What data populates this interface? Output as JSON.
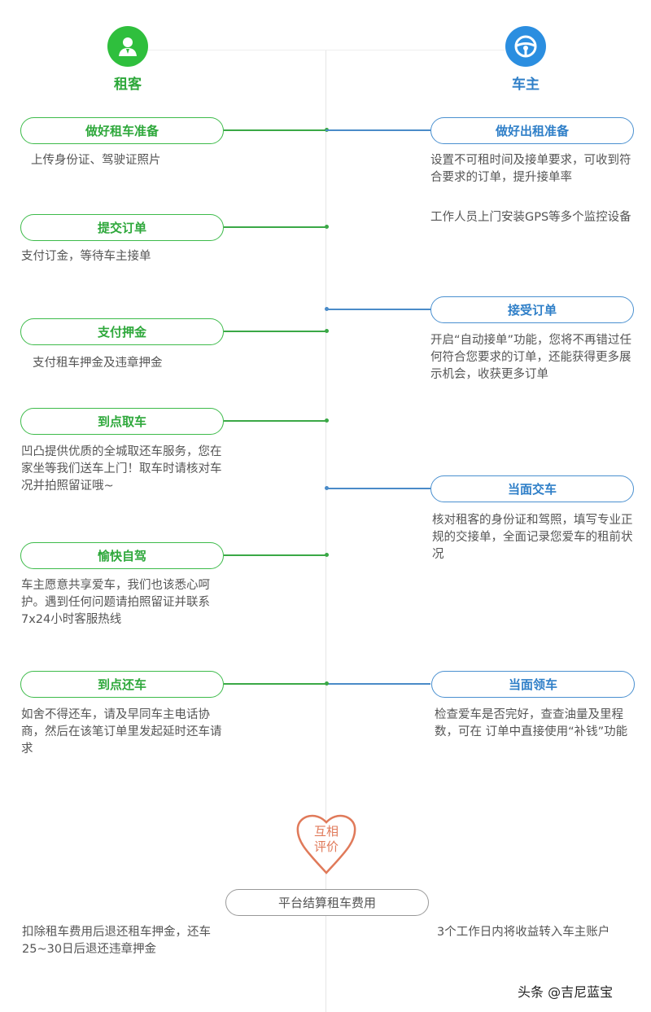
{
  "roles": {
    "renter": "租客",
    "owner": "车主"
  },
  "renter_steps": [
    {
      "title": "做好租车准备",
      "desc": "上传身份证、驾驶证照片"
    },
    {
      "title": "提交订单",
      "desc": "支付订金，等待车主接单"
    },
    {
      "title": "支付押金",
      "desc": "支付租车押金及违章押金"
    },
    {
      "title": "到点取车",
      "desc": "凹凸提供优质的全城取还车服务，您在家坐等我们送车上门！取车时请核对车况并拍照留证哦~"
    },
    {
      "title": "愉快自驾",
      "desc": "车主愿意共享爱车，我们也该悉心呵护。遇到任何问题请拍照留证并联系7x24小时客服热线"
    },
    {
      "title": "到点还车",
      "desc": "如舍不得还车，请及早同车主电话协商，然后在该笔订单里发起延时还车请求"
    }
  ],
  "owner_steps": [
    {
      "title": "做好出租准备",
      "desc": "设置不可租时间及接单要求，可收到符合要求的订单，提升接单率",
      "desc2": "工作人员上门安装GPS等多个监控设备"
    },
    {
      "title": "接受订单",
      "desc": "开启“自动接单”功能，您将不再错过任何符合您要求的订单，还能获得更多展示机会，收获更多订单"
    },
    {
      "title": "当面交车",
      "desc": "核对租客的身份证和驾照，填写专业正规的交接单，全面记录您爱车的租前状况"
    },
    {
      "title": "当面领车",
      "desc": "检查爱车是否完好，查查油量及里程数，可在 订单中直接使用“补钱”功能"
    }
  ],
  "review": {
    "line1": "互相",
    "line2": "评价"
  },
  "settlement": {
    "title": "平台结算租车费用",
    "renter_desc": "扣除租车费用后退还租车押金，还车25~30日后退还违章押金",
    "owner_desc": "3个工作日内将收益转入车主账户"
  },
  "watermark": "头条 @吉尼蓝宝",
  "colors": {
    "green": "#3dbb4a",
    "blue": "#4a90d0",
    "heart": "#e07a5a"
  }
}
